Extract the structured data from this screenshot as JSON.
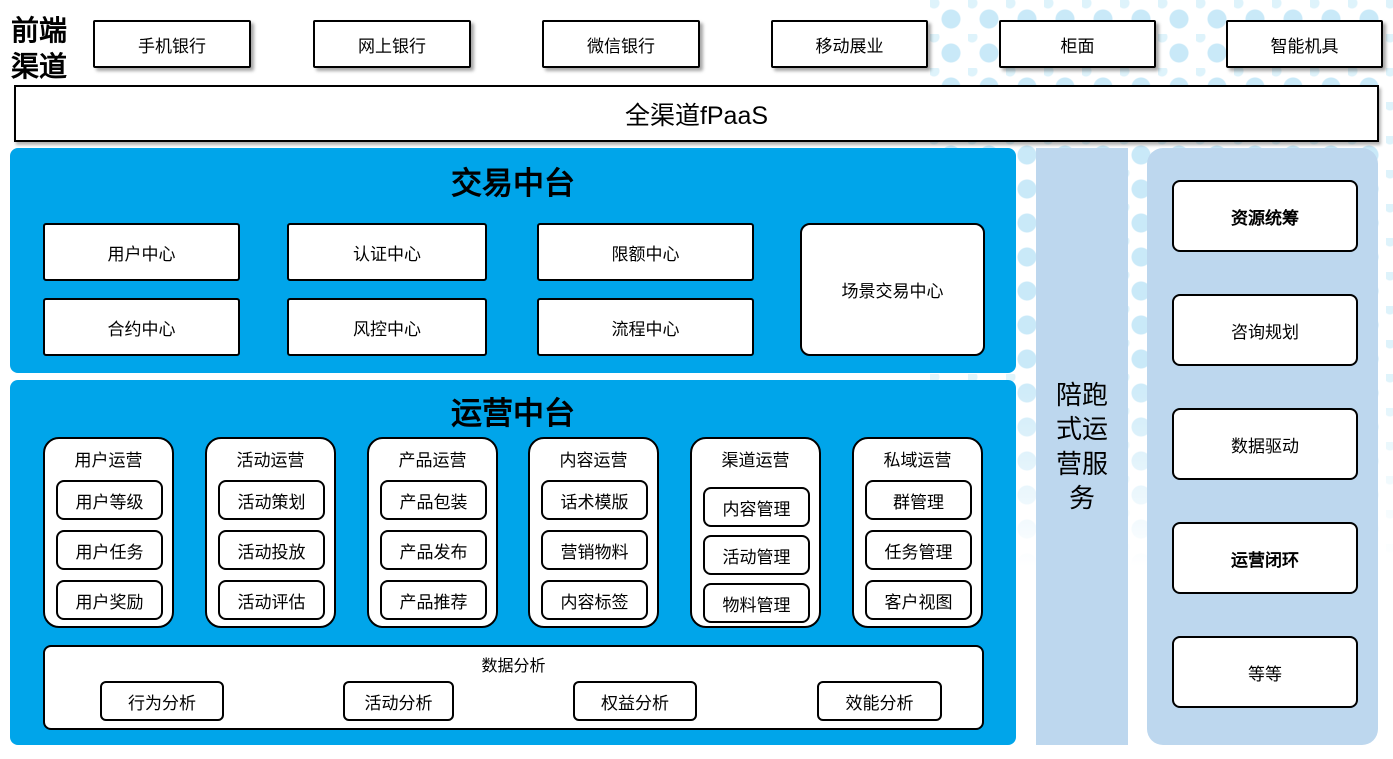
{
  "frontend": {
    "label": "前端渠道",
    "items": [
      "手机银行",
      "网上银行",
      "微信银行",
      "移动展业",
      "柜面",
      "智能机具"
    ]
  },
  "fpaas": {
    "label": "全渠道fPaaS"
  },
  "transaction": {
    "title": "交易中台",
    "row1": [
      "用户中心",
      "认证中心",
      "限额中心"
    ],
    "row2": [
      "合约中心",
      "风控中心",
      "流程中心"
    ],
    "scenario": "场景交易中心"
  },
  "operation": {
    "title": "运营中台",
    "groups": [
      {
        "title": "用户运营",
        "items": [
          "用户等级",
          "用户任务",
          "用户奖励"
        ]
      },
      {
        "title": "活动运营",
        "items": [
          "活动策划",
          "活动投放",
          "活动评估"
        ]
      },
      {
        "title": "产品运营",
        "items": [
          "产品包装",
          "产品发布",
          "产品推荐"
        ]
      },
      {
        "title": "内容运营",
        "items": [
          "话术模版",
          "营销物料",
          "内容标签"
        ]
      },
      {
        "title": "渠道运营",
        "items": [
          "内容管理",
          "活动管理",
          "物料管理"
        ]
      },
      {
        "title": "私域运营",
        "items": [
          "群管理",
          "任务管理",
          "客户视图"
        ]
      }
    ],
    "analysis": {
      "title": "数据分析",
      "items": [
        "行为分析",
        "活动分析",
        "权益分析",
        "效能分析"
      ]
    }
  },
  "companion": {
    "label": "陪跑式运营服务"
  },
  "service_panel": {
    "items": [
      {
        "label": "资源统筹",
        "bold": true
      },
      {
        "label": "咨询规划",
        "bold": false
      },
      {
        "label": "数据驱动",
        "bold": false
      },
      {
        "label": "运营闭环",
        "bold": true
      },
      {
        "label": "等等",
        "bold": false
      }
    ]
  },
  "colors": {
    "primary_blue": "#00A5EA",
    "light_blue": "#BDD7EE",
    "dot_color": "#C9E9F8"
  }
}
